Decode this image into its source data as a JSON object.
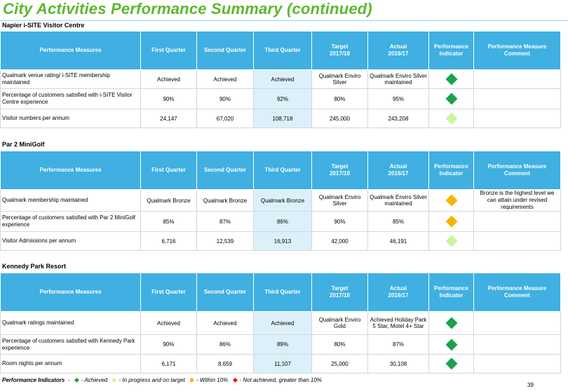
{
  "page_title": "City Activities Performance Summary (continued)",
  "columns": [
    "Performance Measures",
    "First Quarter",
    "Second Quarter",
    "Third Quarter",
    "Target\n2017/18",
    "Actual\n2016/17",
    "Performance\nIndicator",
    "Performance Measure\nComment"
  ],
  "sections": [
    {
      "title": "Napier i-SITE Visitor Centre",
      "rows": [
        {
          "measure": "Qualmark venue rating/ i-SITE membership maintained",
          "q1": "Achieved",
          "q2": "Achieved",
          "q3": "Achieved",
          "target": "Qualmark Enviro Silver",
          "actual": "Qualmark Enviro Silver maintained",
          "indicator": "achieved",
          "comment": ""
        },
        {
          "measure": "Percentage of customers satisfied with i-SITE Visitor Centre experience",
          "q1": "90%",
          "q2": "90%",
          "q3": "92%",
          "target": "80%",
          "actual": "95%",
          "indicator": "achieved",
          "comment": ""
        },
        {
          "measure": "Visitor numbers per annum",
          "q1": "24,147",
          "q2": "67,020",
          "q3": "108,718",
          "target": "245,000",
          "actual": "243,208",
          "indicator": "progress",
          "comment": ""
        }
      ]
    },
    {
      "title": "Par 2 MiniGolf",
      "rows": [
        {
          "measure": "Qualmark membership maintained",
          "q1": "Qualmark Bronze",
          "q2": "Qualmark Bronze",
          "q3": "Qualmark Bronze",
          "target": "Qualmark Enviro Silver",
          "actual": "Qualmark Enviro Silver maintained",
          "indicator": "within",
          "comment": "Bronze is the highest level we can attain under revised requirements"
        },
        {
          "measure": "Percentage of customers satisfied with Par 2 MiniGolf experience",
          "q1": "85%",
          "q2": "87%",
          "q3": "86%",
          "target": "90%",
          "actual": "85%",
          "indicator": "within",
          "comment": ""
        },
        {
          "measure": "Visitor Admissions per annum",
          "q1": "6,716",
          "q2": "12,539",
          "q3": "16,913",
          "target": "42,000",
          "actual": "46,191",
          "indicator": "progress",
          "comment": ""
        }
      ]
    },
    {
      "title": "Kennedy Park Resort",
      "rows": [
        {
          "measure": "Qualmark ratings maintained",
          "q1": "Achieved",
          "q2": "Achieved",
          "q3": "Achieved",
          "target": "Qualmark Enviro Gold",
          "actual": "Achieved Holiday Park 5 Star, Motel 4+ Star",
          "indicator": "achieved",
          "comment": ""
        },
        {
          "measure": "Percentage of customers satisfied with Kennedy Park experience",
          "q1": "90%",
          "q2": "86%",
          "q3": "89%",
          "target": "80%",
          "actual": "87%",
          "indicator": "achieved",
          "comment": ""
        },
        {
          "measure": "Room nights per annum",
          "q1": "6,171",
          "q2": "8,659",
          "q3": "11,107",
          "target": "25,000",
          "actual": "30,108",
          "indicator": "achieved",
          "comment": ""
        }
      ]
    }
  ],
  "legend": {
    "label": "Performance Indicators",
    "items": [
      {
        "key": "achieved",
        "text": "- Achieved",
        "color": "#1aa34a"
      },
      {
        "key": "progress",
        "text": "- In progress and on target",
        "color": "#ccf5a0"
      },
      {
        "key": "within",
        "text": "- Within 10%",
        "color": "#f7b500"
      },
      {
        "key": "notachieved",
        "text": "- Not achieved, greater than 10%",
        "color": "#e21b1b"
      }
    ]
  },
  "page_number": "39"
}
